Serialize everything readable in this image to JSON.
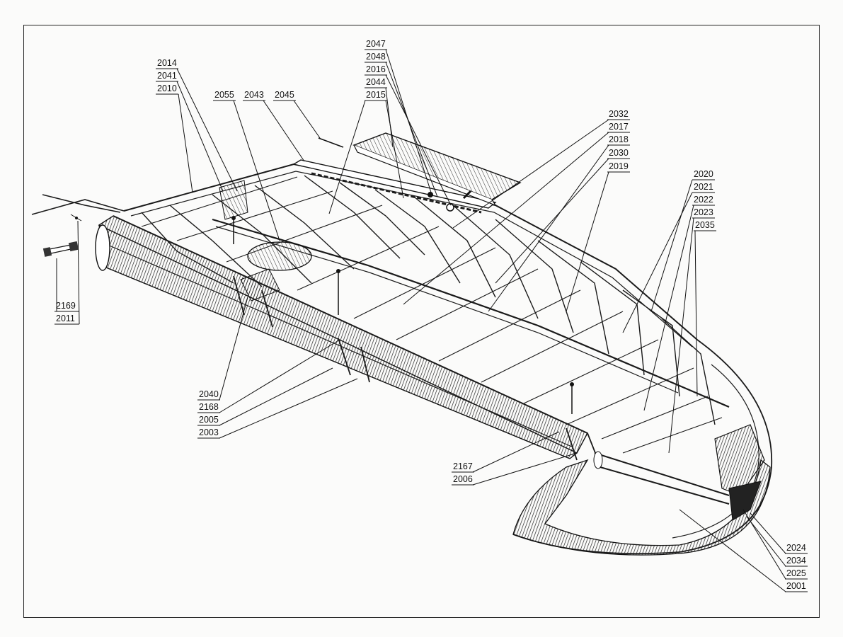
{
  "diagram": {
    "callouts": [
      {
        "id": "2047"
      },
      {
        "id": "2048"
      },
      {
        "id": "2016"
      },
      {
        "id": "2044"
      },
      {
        "id": "2015"
      },
      {
        "id": "2014"
      },
      {
        "id": "2041"
      },
      {
        "id": "2010"
      },
      {
        "id": "2055"
      },
      {
        "id": "2043"
      },
      {
        "id": "2045"
      },
      {
        "id": "2032"
      },
      {
        "id": "2017"
      },
      {
        "id": "2018"
      },
      {
        "id": "2030"
      },
      {
        "id": "2019"
      },
      {
        "id": "2020"
      },
      {
        "id": "2021"
      },
      {
        "id": "2022"
      },
      {
        "id": "2023"
      },
      {
        "id": "2035"
      },
      {
        "id": "2169"
      },
      {
        "id": "2011"
      },
      {
        "id": "2040"
      },
      {
        "id": "2168"
      },
      {
        "id": "2005"
      },
      {
        "id": "2003"
      },
      {
        "id": "2167"
      },
      {
        "id": "2006"
      },
      {
        "id": "2024"
      },
      {
        "id": "2034"
      },
      {
        "id": "2025"
      },
      {
        "id": "2001"
      }
    ]
  }
}
